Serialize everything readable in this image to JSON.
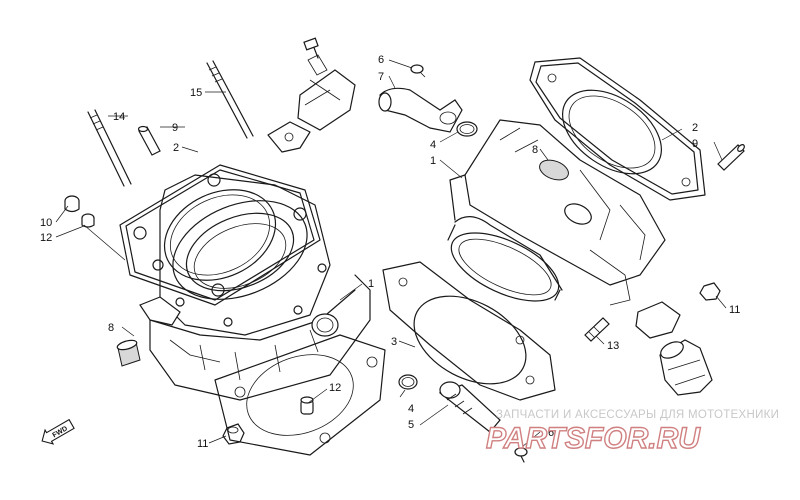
{
  "callouts": {
    "c15": "15",
    "c14": "14",
    "c9a": "9",
    "c2a": "2",
    "c10": "10",
    "c12a": "12",
    "c8a": "8",
    "c11a": "11",
    "c12b": "12",
    "c1a": "1",
    "c3": "3",
    "c4a": "4",
    "c5": "5",
    "c6a": "6",
    "c6b": "6",
    "c7": "7",
    "c4b": "4",
    "c1b": "1",
    "c8b": "8",
    "c2b": "2",
    "c9b": "9",
    "c11b": "11",
    "c13": "13"
  },
  "direction_label": "FWD",
  "watermark": {
    "text": "ЗАПЧАСТИ И АКСЕССУАРЫ ДЛЯ МОТОТЕХНИКИ",
    "logo": "PARTSFOR.RU"
  }
}
